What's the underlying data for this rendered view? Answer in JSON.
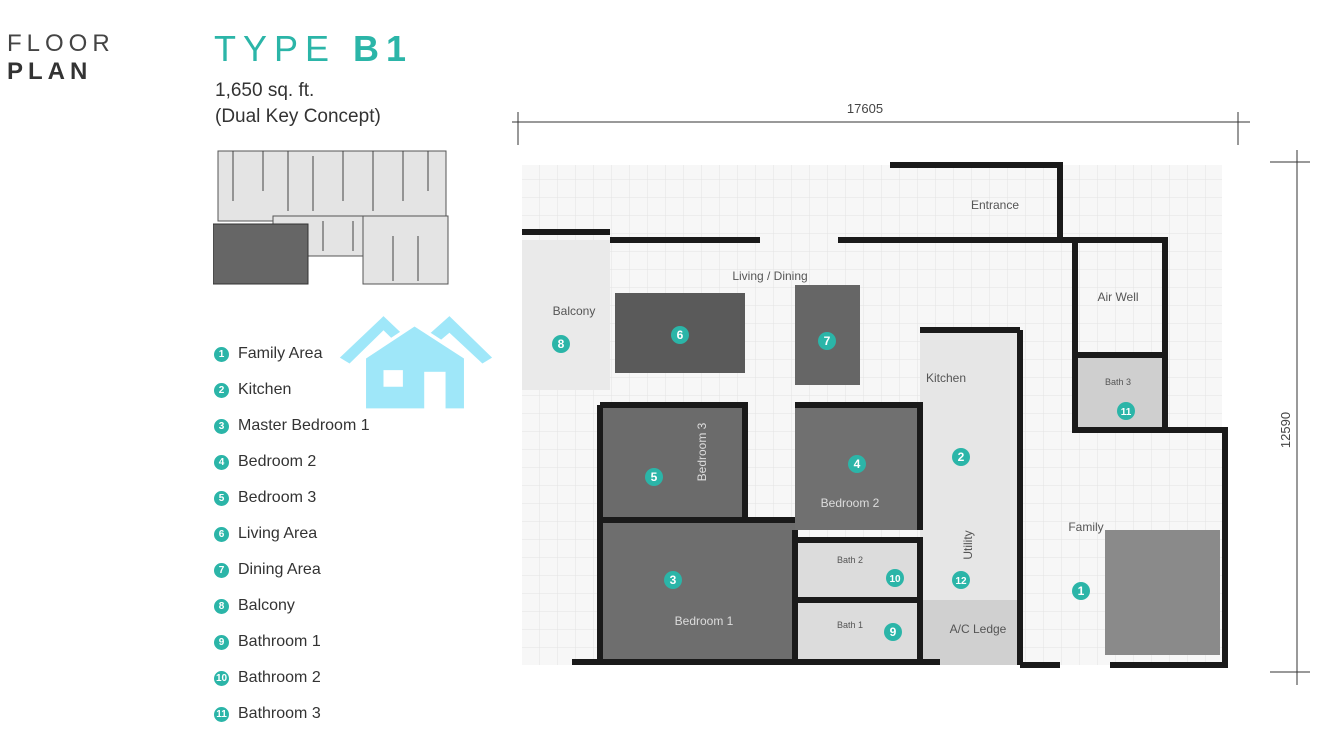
{
  "header": {
    "floor": "FLOOR",
    "plan": "PLAN"
  },
  "unit": {
    "type_prefix": "TYPE",
    "type_code": "B1",
    "area": "1,650 sq. ft.",
    "concept": "(Dual Key Concept)"
  },
  "legend": [
    {
      "n": "1",
      "label": "Family Area"
    },
    {
      "n": "2",
      "label": "Kitchen"
    },
    {
      "n": "3",
      "label": "Master Bedroom 1"
    },
    {
      "n": "4",
      "label": "Bedroom 2"
    },
    {
      "n": "5",
      "label": "Bedroom 3"
    },
    {
      "n": "6",
      "label": "Living Area"
    },
    {
      "n": "7",
      "label": "Dining Area"
    },
    {
      "n": "8",
      "label": "Balcony"
    },
    {
      "n": "9",
      "label": "Bathroom 1"
    },
    {
      "n": "10",
      "label": "Bathroom 2"
    },
    {
      "n": "11",
      "label": "Bathroom 3"
    }
  ],
  "dimensions": {
    "width": "17605",
    "depth": "12590"
  },
  "rooms": {
    "entrance": "Entrance",
    "living_dining": "Living / Dining",
    "balcony": "Balcony",
    "air_well": "Air Well",
    "bath3": "Bath 3",
    "kitchen": "Kitchen",
    "bedroom3": "Bedroom 3",
    "bedroom2": "Bedroom 2",
    "bedroom1": "Bedroom 1",
    "bath2": "Bath 2",
    "bath1": "Bath 1",
    "utility": "Utility",
    "ac_ledge": "A/C Ledge",
    "family": "Family"
  },
  "markers": {
    "m1": "1",
    "m2": "2",
    "m3": "3",
    "m4": "4",
    "m5": "5",
    "m6": "6",
    "m7": "7",
    "m8": "8",
    "m9": "9",
    "m10": "10",
    "m11": "11",
    "m12": "12"
  },
  "colors": {
    "accent": "#2bb5a8",
    "watermark": "#8fe3f8"
  }
}
